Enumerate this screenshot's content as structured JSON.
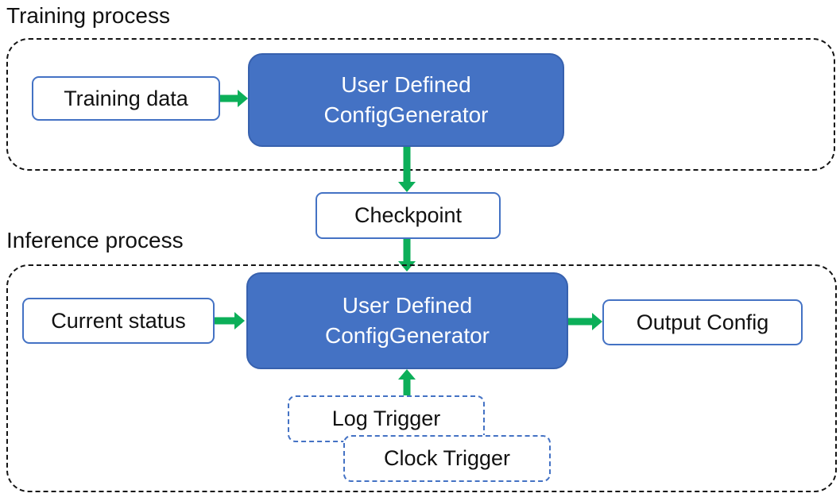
{
  "training": {
    "title": "Training process",
    "input_label": "Training data",
    "generator_line1": "User Defined",
    "generator_line2": "ConfigGenerator"
  },
  "checkpoint": {
    "label": "Checkpoint"
  },
  "inference": {
    "title": "Inference process",
    "input_label": "Current status",
    "generator_line1": "User Defined",
    "generator_line2": "ConfigGenerator",
    "output_label": "Output Config",
    "log_trigger_label": "Log Trigger",
    "clock_trigger_label": "Clock Trigger"
  },
  "colors": {
    "node_fill": "#4472C4",
    "node_border": "#3761AE",
    "label_box_border": "#4472C4",
    "trigger_border": "#4472C4",
    "arrow": "#0CAF59",
    "container_border": "#141414",
    "text_dark": "#111111",
    "text_light": "#FFFFFF"
  }
}
